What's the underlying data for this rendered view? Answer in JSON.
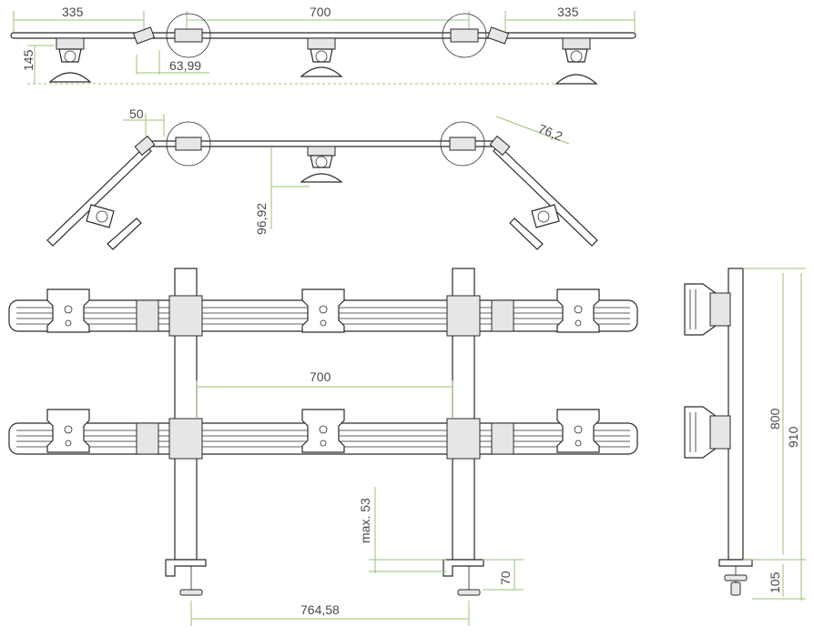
{
  "top_view": {
    "dim_left": "335",
    "dim_center": "700",
    "dim_right": "335",
    "dim_height": "145",
    "dim_offset": "63,99"
  },
  "angled_view": {
    "dim_left": "50",
    "dim_right": "76,2",
    "dim_depth": "96,92"
  },
  "front_view": {
    "dim_spacing": "700",
    "dim_max": "max. 53",
    "dim_clamp": "70",
    "dim_base": "764,58"
  },
  "side_view": {
    "dim_800": "800",
    "dim_910": "910",
    "dim_105": "105"
  },
  "colors": {
    "dimension_line": "#9bc27a",
    "drawing_line": "#2a2a2a"
  }
}
